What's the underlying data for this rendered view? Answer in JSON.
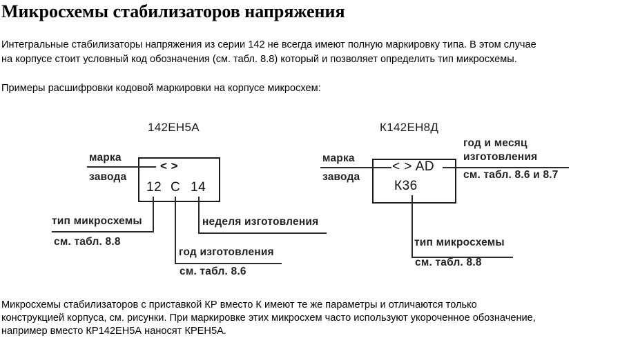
{
  "page": {
    "title": "Микросхемы стабилизаторов напряжения",
    "intro_lines": [
      "Интегральные стабилизаторы напряжения из серии 142 не всегда имеют полную маркировку типа. В этом случае",
      "на корпусе стоит условный код обозначения (см. табл. 8.8) который и позволяет определить тип микросхемы."
    ],
    "examples_heading": "Примеры расшифровки кодовой маркировки на корпусе микросхем:",
    "footer_lines": [
      "Микросхемы стабилизаторов с приставкой КР вместо К имеют те же параметры и отличаются только",
      "конструкцией корпуса, см. рисунки. При маркировке этих микросхем часто используют укороченное обозначение,",
      "например вместо КР142ЕН5А наносят КРЕН5А."
    ]
  },
  "diagrams": [
    {
      "title": "142ЕН5А",
      "chip_marking": {
        "row1": "< >",
        "row2_parts": [
          "12",
          "C",
          "14"
        ]
      },
      "labels": {
        "factory_mark_line1": "марка",
        "factory_mark_line2": "завода",
        "chip_type": "тип микросхемы",
        "chip_type_ref": "см. табл. 8.8",
        "week": "неделя изготовления",
        "year": "год изготовления",
        "year_ref": "см. табл. 8.6"
      }
    },
    {
      "title": "К142ЕН8Д",
      "chip_marking": {
        "row1": "< > AD",
        "row2": "К36"
      },
      "labels": {
        "factory_mark_line1": "марка",
        "factory_mark_line2": "завода",
        "year_month_line1": "год и месяц",
        "year_month_line2": "изготовления",
        "year_month_ref": "см. табл. 8.6 и 8.7",
        "chip_type": "тип микросхемы",
        "chip_type_ref": "см. табл. 8.8"
      }
    }
  ]
}
